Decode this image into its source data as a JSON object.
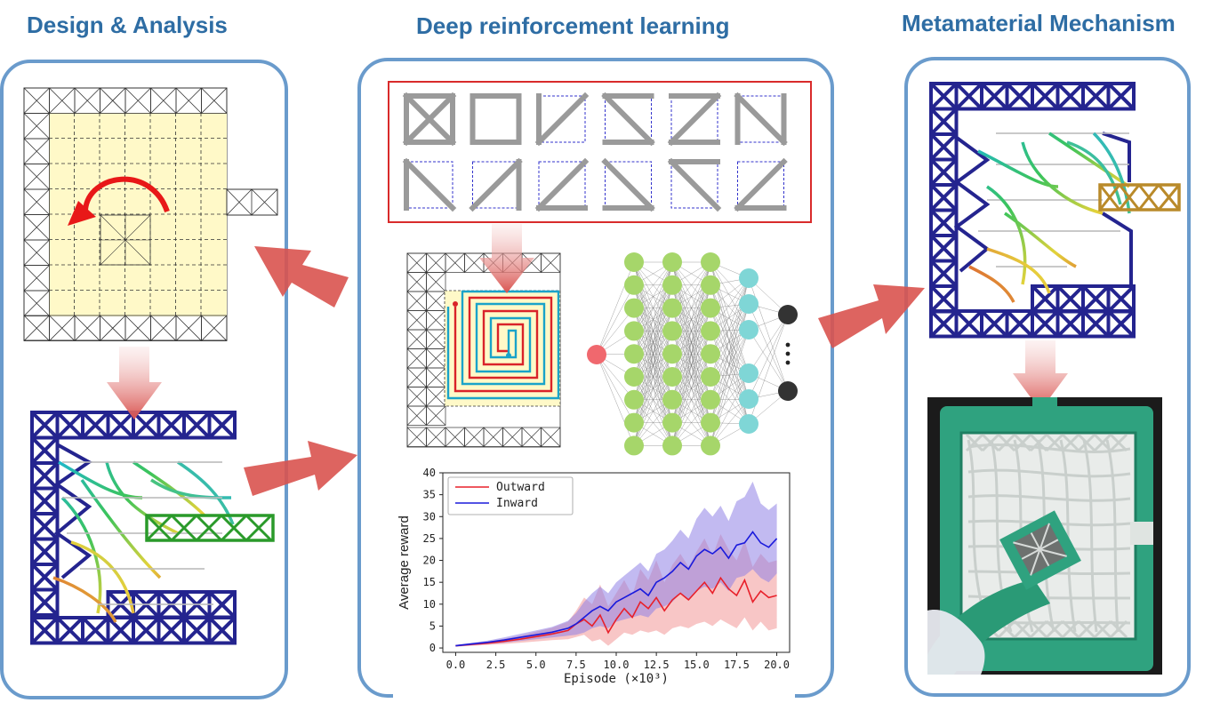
{
  "headings": {
    "design_analysis": "Design & Analysis",
    "deep_rl": "Deep reinforcement learning",
    "metamaterial": "Metamaterial Mechanism"
  },
  "colors": {
    "heading": "#2e6da4",
    "panel_border": "#6a9bcc",
    "lattice_blue": "#24248f",
    "arrow_red": "#d9534f",
    "outward_line": "#e8202a",
    "inward_line": "#1a1adc",
    "photo_green": "#2fa27f"
  },
  "icons": [
    "rotation-arrow-icon",
    "flow-arrow-icon",
    "ellipsis-icon"
  ],
  "chart_data": {
    "type": "line",
    "xlabel": "Episode (×10³)",
    "ylabel": "Average reward",
    "xlim": [
      -0.8,
      20.8
    ],
    "ylim": [
      -1,
      40
    ],
    "xticks": [
      "0.0",
      "2.5",
      "5.0",
      "7.5",
      "10.0",
      "12.5",
      "15.0",
      "17.5",
      "20.0"
    ],
    "yticks": [
      "0",
      "5",
      "10",
      "15",
      "20",
      "25",
      "30",
      "35",
      "40"
    ],
    "legend_position": "top-left",
    "series": [
      {
        "name": "Outward",
        "color": "#e8202a",
        "x": [
          0,
          1,
          2,
          3,
          4,
          5,
          6,
          7,
          7.5,
          8,
          8.5,
          9,
          9.5,
          10,
          10.5,
          11,
          11.5,
          12,
          12.5,
          13,
          13.5,
          14,
          14.5,
          15,
          15.5,
          16,
          16.5,
          17,
          17.5,
          18,
          18.5,
          19,
          19.5,
          20
        ],
        "y": [
          0.5,
          0.8,
          1.1,
          1.5,
          2.0,
          2.6,
          3.2,
          4.0,
          5.5,
          6.5,
          5.0,
          7.5,
          3.5,
          6.5,
          9.0,
          7.0,
          10.5,
          9.0,
          11.5,
          8.5,
          11.0,
          12.5,
          11.0,
          13.0,
          15.0,
          12.5,
          16.0,
          13.5,
          12.0,
          15.5,
          10.5,
          13.0,
          11.5,
          12.0
        ],
        "lower": [
          0.3,
          0.5,
          0.7,
          0.9,
          1.2,
          1.5,
          1.8,
          2.0,
          2.5,
          3.0,
          1.5,
          2.0,
          0.5,
          2.0,
          3.5,
          3.0,
          4.0,
          3.5,
          4.0,
          3.0,
          4.5,
          5.0,
          4.5,
          5.5,
          6.0,
          5.0,
          6.5,
          5.5,
          4.5,
          7.0,
          4.0,
          6.0,
          4.0,
          4.5
        ],
        "upper": [
          0.7,
          1.1,
          1.5,
          2.1,
          2.8,
          3.7,
          4.6,
          6.0,
          8.5,
          11.5,
          10.0,
          14.5,
          9.5,
          12.5,
          15.5,
          12.0,
          18.0,
          15.5,
          20.0,
          15.0,
          19.0,
          21.5,
          18.5,
          22.0,
          25.0,
          21.0,
          26.0,
          22.5,
          20.0,
          24.5,
          18.5,
          21.5,
          19.5,
          20.0
        ]
      },
      {
        "name": "Inward",
        "color": "#1a1adc",
        "x": [
          0,
          1,
          2,
          3,
          4,
          5,
          6,
          7,
          7.5,
          8,
          8.5,
          9,
          9.5,
          10,
          10.5,
          11,
          11.5,
          12,
          12.5,
          13,
          13.5,
          14,
          14.5,
          15,
          15.5,
          16,
          16.5,
          17,
          17.5,
          18,
          18.5,
          19,
          19.5,
          20
        ],
        "y": [
          0.5,
          0.9,
          1.3,
          1.8,
          2.4,
          3.0,
          3.6,
          4.5,
          5.5,
          7.0,
          8.5,
          9.5,
          8.5,
          10.5,
          11.5,
          12.5,
          13.5,
          12.0,
          15.0,
          16.0,
          17.5,
          19.5,
          18.0,
          21.0,
          22.5,
          21.5,
          23.0,
          20.5,
          23.5,
          24.0,
          26.5,
          24.0,
          23.0,
          25.0
        ],
        "lower": [
          0.3,
          0.6,
          0.9,
          1.2,
          1.6,
          2.0,
          2.4,
          2.8,
          3.0,
          3.5,
          4.5,
          5.0,
          4.5,
          6.0,
          6.5,
          7.0,
          7.5,
          7.0,
          9.0,
          9.5,
          10.5,
          12.5,
          11.0,
          13.0,
          14.0,
          13.5,
          15.0,
          13.0,
          16.0,
          16.5,
          18.0,
          16.0,
          15.0,
          17.0
        ],
        "upper": [
          0.7,
          1.2,
          1.7,
          2.4,
          3.2,
          4.0,
          4.8,
          6.2,
          8.0,
          10.5,
          12.5,
          14.0,
          12.5,
          15.0,
          16.5,
          18.0,
          19.5,
          17.5,
          21.5,
          22.5,
          24.5,
          27.0,
          25.0,
          29.5,
          32.0,
          30.0,
          32.5,
          29.0,
          33.5,
          34.5,
          38.0,
          33.0,
          31.5,
          33.0
        ]
      }
    ]
  }
}
